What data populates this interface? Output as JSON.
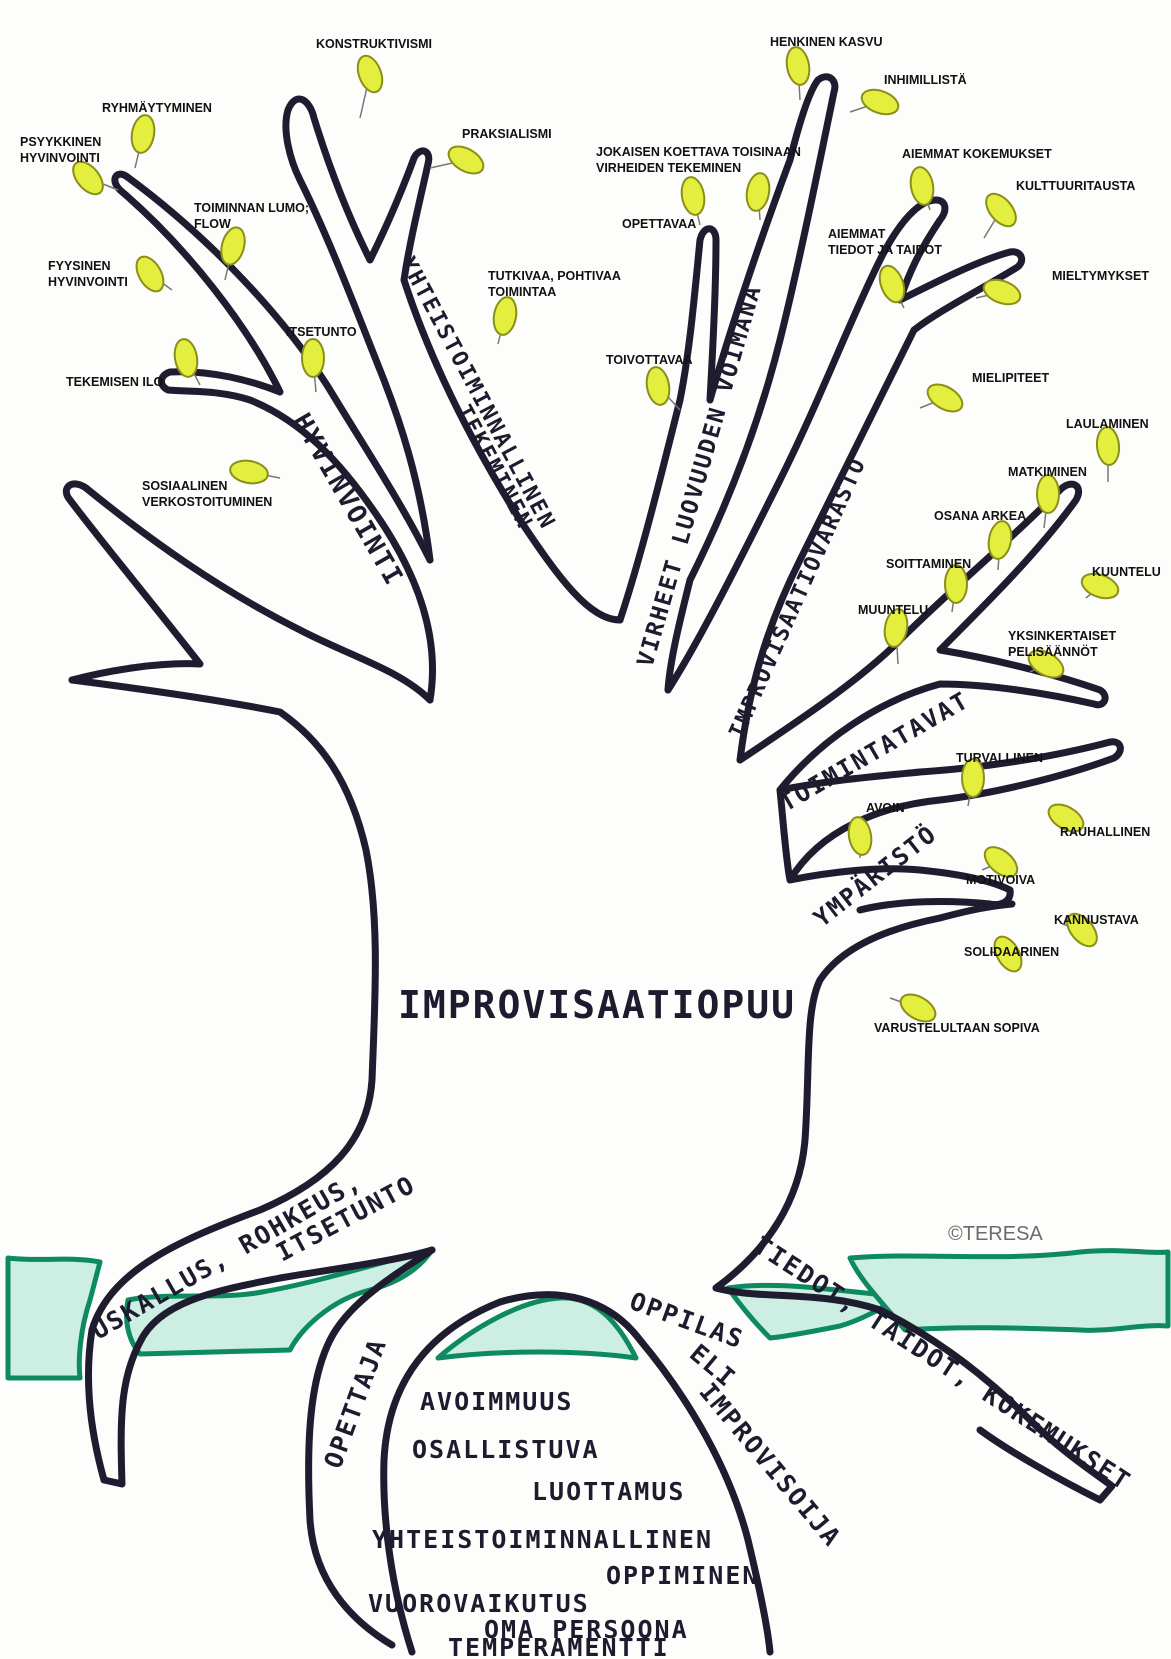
{
  "title": "IMPROVISAATIOPUU",
  "copyright": "©TERESA",
  "colors": {
    "outline": "#1f1c30",
    "leaf_fill": "#e3ee3e",
    "leaf_stroke": "#8a8f1a",
    "ground_fill": "#cdeee2",
    "ground_stroke": "#0d8a5f"
  },
  "branches": {
    "hyvinvointi": "HYVINVOINTI",
    "yhteistoiminnallinen_1": "YHTEISTOIMINNALLINEN",
    "yhteistoiminnallinen_2": "TEKEMINEN",
    "virheet": "VIRHEET LUOVUUDEN VOIMANA",
    "varasto": "IMPROVISAATIOVARASTO",
    "toimintatavat": "TOIMINTATAVAT",
    "ymparisto": "YMPÄRISTÖ"
  },
  "roots": {
    "uskallus": "USKALLUS, ROHKEUS,",
    "itsetunto": "ITSETUNTO",
    "opettaja": "OPETTAJA",
    "oppilas_1": "OPPILAS",
    "oppilas_2": "ELI",
    "oppilas_3": "IMPROVISOIJA",
    "tiedot": "TIEDOT, TAIDOT, KOKEMUKSET"
  },
  "core_items": [
    "AVOIMMUUS",
    "OSALLISTUVA",
    "LUOTTAMUS",
    "YHTEISTOIMINNALLINEN",
    "OPPIMINEN",
    "VUOROVAIKUTUS",
    "OMA PERSOONA",
    "TEMPERAMENTTI"
  ],
  "leaves": [
    "KONSTRUKTIVISMI",
    "RYHMÄYTYMINEN",
    "PSYYKKINEN",
    "HYVINVOINTI",
    "PRAKSIALISMI",
    "TOIMINNAN LUMO;",
    "FLOW",
    "FYYSINEN",
    "HYVINVOINTI",
    "TUTKIVAA, POHTIVAA",
    "TOIMINTAA",
    "ITSETUNTO",
    "TEKEMISEN ILO",
    "SOSIAALINEN",
    "VERKOSTOITUMINEN",
    "HENKINEN KASVU",
    "INHIMILLISTÄ",
    "JOKAISEN KOETTAVA TOISINAAN",
    "VIRHEIDEN TEKEMINEN",
    "OPETTAVAA",
    "TOIVOTTAVAA",
    "AIEMMAT KOKEMUKSET",
    "KULTTUURITAUSTA",
    "AIEMMAT",
    "TIEDOT JA TAIDOT",
    "MIELTYMYKSET",
    "MIELIPITEET",
    "LAULAMINEN",
    "MATKIMINEN",
    "OSANA ARKEA",
    "SOITTAMINEN",
    "KUUNTELU",
    "MUUNTELU",
    "YKSINKERTAISET",
    "PELISÄÄNNÖT",
    "TURVALLINEN",
    "AVOIN",
    "RAUHALLINEN",
    "MOTIVOIVA",
    "KANNUSTAVA",
    "SOLIDAARINEN",
    "VARUSTELULTAAN SOPIVA"
  ]
}
